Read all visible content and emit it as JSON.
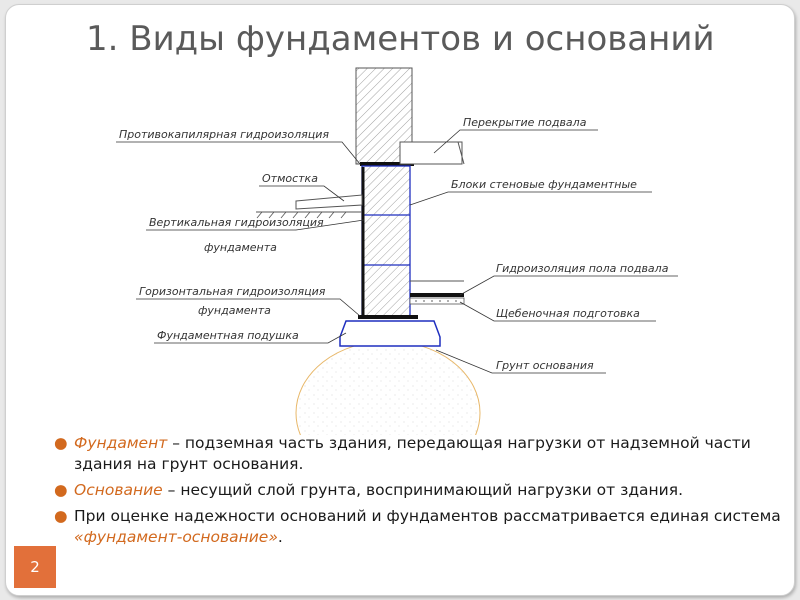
{
  "slide": {
    "title": "1. Виды фундаментов и оснований",
    "page_number": "2",
    "colors": {
      "accent": "#d2691e",
      "badge": "#e2703a",
      "blue_outline": "#1f2fbf",
      "soil_outline": "#e8b86a"
    }
  },
  "diagram": {
    "labels": {
      "capillary": "Противокапилярная гидроизоляция",
      "otmostka": "Отмостка",
      "vertical_1": "Вертикальная гидроизоляция",
      "vertical_2": "фундамента",
      "horizontal_1": "Горизонтальная гидроизоляция",
      "horizontal_2": "фундамента",
      "cushion": "Фундаментная подушка",
      "slab": "Перекрытие подвала",
      "blocks": "Блоки стеновые фундаментные",
      "floor_waterproofing": "Гидроизоляция пола подвала",
      "gravel": "Щебеночная подготовка",
      "soil": "Грунт основания"
    }
  },
  "bullets": [
    {
      "term": "Фундамент",
      "text": " – подземная часть здания, передающая нагрузки от надземной части здания на грунт основания."
    },
    {
      "term": "Основание",
      "text": " – несущий слой грунта, воспринимающий нагрузки от здания."
    },
    {
      "pre": "При оценке надежности оснований и фундаментов рассматривается единая система ",
      "term": "«фундамент-основание»",
      "post": "."
    }
  ]
}
